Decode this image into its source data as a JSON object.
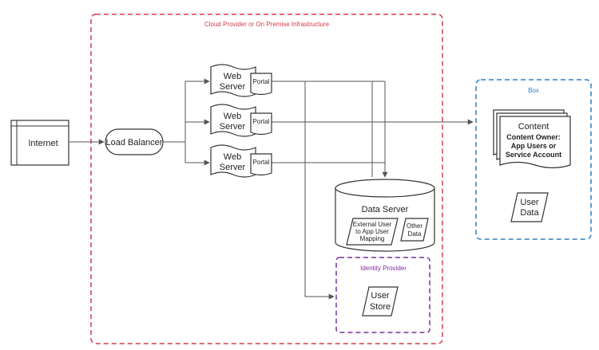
{
  "containers": {
    "cloud": {
      "label": "Cloud Provider or On Premise Infrastructure",
      "color": "#d23c4b"
    },
    "box": {
      "label": "Box",
      "color": "#2f7fbf"
    },
    "idp": {
      "label": "Identity Provider",
      "color": "#7b2f9a"
    }
  },
  "nodes": {
    "internet": "Internet",
    "load_balancer": "Load Balancer",
    "web_server_line1": "Web",
    "web_server_line2": "Server",
    "portal": "Portal",
    "data_server": "Data Server",
    "ext_user_line1": "External User",
    "ext_user_line2": "to App User",
    "ext_user_line3": "Mapping",
    "other_data_line1": "Other",
    "other_data_line2": "Data",
    "user_store_line1": "User",
    "user_store_line2": "Store",
    "content_title": "Content",
    "content_owner_line1": "Content Owner:",
    "content_owner_line2": "App Users or",
    "content_owner_line3": "Service Account",
    "user_data_line1": "User",
    "user_data_line2": "Data"
  },
  "colors": {
    "stroke": "#333333",
    "connector": "#555555"
  }
}
